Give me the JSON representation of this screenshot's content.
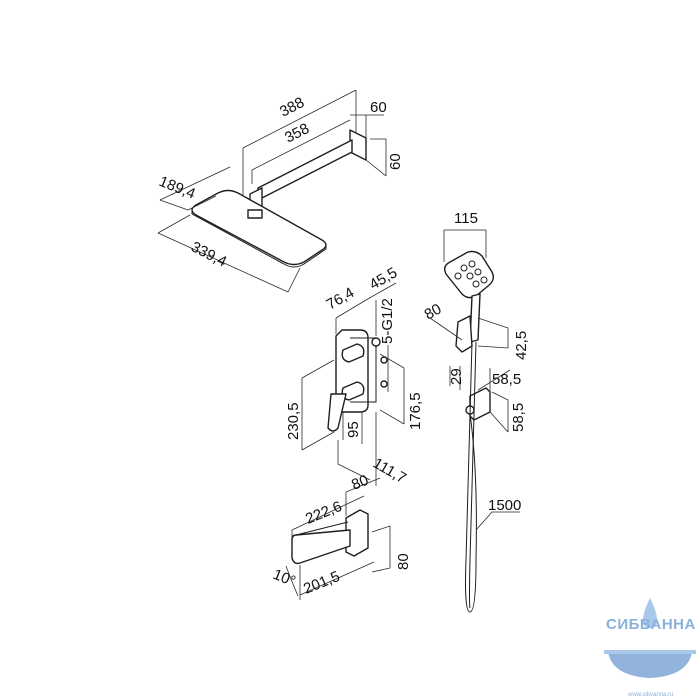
{
  "dimensions": {
    "arm_total_length": "388",
    "arm_length": "358",
    "arm_flange_width": "60",
    "arm_flange_height": "60",
    "head_width": "189,4",
    "head_length": "339,4",
    "handshower_head": "115",
    "handshower_holder_depth": "80",
    "holder_height": "42,5",
    "outlet_depth": "29",
    "outlet_width": "58,5",
    "outlet_height": "58,5",
    "hose_length": "1500",
    "mixer_width": "76,4",
    "mixer_offset": "45,5",
    "mixer_thread": "5-G1/2",
    "mixer_plate_height": "230,5",
    "mixer_body_height": "176,5",
    "mixer_handle": "95",
    "mixer_depth": "111,7",
    "spout_flange": "80",
    "spout_total_length": "222,6",
    "spout_length": "201,5",
    "spout_height": "80",
    "spout_angle": "10°"
  },
  "watermark": {
    "brand": "СИБВАННА",
    "url": "www.sibvanna.ru",
    "colors": {
      "text": "#8ab0dc",
      "drop": "#a9c8ea",
      "tub": "#7fa6d6"
    }
  }
}
